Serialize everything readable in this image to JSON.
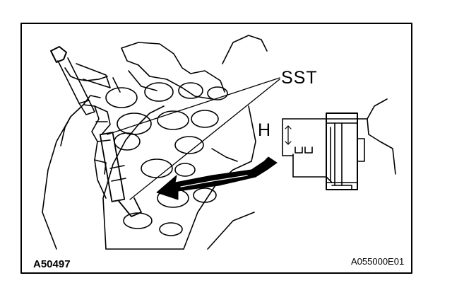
{
  "labels": {
    "sst": "SST",
    "h": "H",
    "figure_id": "A50497",
    "reference_code": "A055000E01"
  },
  "colors": {
    "ink": "#000000",
    "paper": "#ffffff"
  }
}
